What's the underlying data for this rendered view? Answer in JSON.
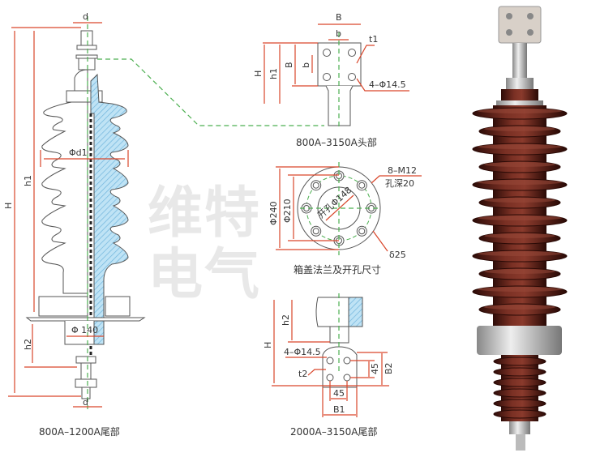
{
  "watermark": "维特电气",
  "main_drawing": {
    "caption": "800A–1200A尾部",
    "labels": {
      "d_top": "d",
      "d_bottom": "d",
      "H": "H",
      "h1": "h1",
      "h2": "h2",
      "phi_d1": "Φd1",
      "phi_140": "Φ 140"
    }
  },
  "head_detail": {
    "caption": "800A–3150A头部",
    "labels": {
      "B_top": "B",
      "b_top": "b",
      "t1": "t1",
      "holes": "4–Φ14.5",
      "H": "H",
      "h1": "h1",
      "B_side": "B",
      "b_side": "b"
    }
  },
  "flange_detail": {
    "caption": "箱盖法兰及开孔尺寸",
    "labels": {
      "bolts": "8–M12",
      "depth": "孔深20",
      "bore": "开孔Φ148",
      "phi_240": "Φ240",
      "phi_210": "Φ210",
      "thickness": "δ25"
    }
  },
  "tail_detail": {
    "caption": "2000A–3150A尾部",
    "labels": {
      "H": "H",
      "h2": "h2",
      "holes": "4–Φ14.5",
      "t2": "t2",
      "v45": "45",
      "B2": "B2",
      "h45": "45",
      "B1": "B1"
    }
  },
  "colors": {
    "dimension": "#d9462a",
    "centerline": "#4caf50",
    "hatch": "#7fc4e8",
    "porcelain": "#5a1e17"
  }
}
